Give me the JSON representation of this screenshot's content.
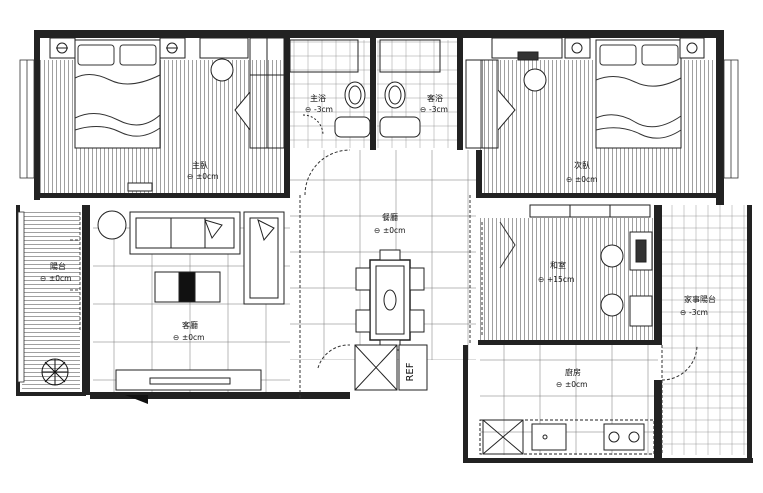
{
  "plan": {
    "rooms": {
      "master_bedroom": {
        "name": "主臥",
        "level": "±0cm"
      },
      "master_bath": {
        "name": "主浴",
        "level": "-3cm"
      },
      "guest_bath": {
        "name": "客浴",
        "level": "-3cm"
      },
      "second_bedroom": {
        "name": "次臥",
        "level": "±0cm"
      },
      "dining": {
        "name": "餐廳",
        "level": "±0cm"
      },
      "living": {
        "name": "客廳",
        "level": "±0cm"
      },
      "balcony": {
        "name": "陽台",
        "level": "±0cm"
      },
      "japanese_room": {
        "name": "和室",
        "level": "+15cm"
      },
      "service_balcony": {
        "name": "家事陽台",
        "level": "-3cm"
      },
      "kitchen": {
        "name": "廚房",
        "level": "±0cm"
      }
    },
    "fridge_label": "REF",
    "level_marker_symbol": "⊖"
  }
}
